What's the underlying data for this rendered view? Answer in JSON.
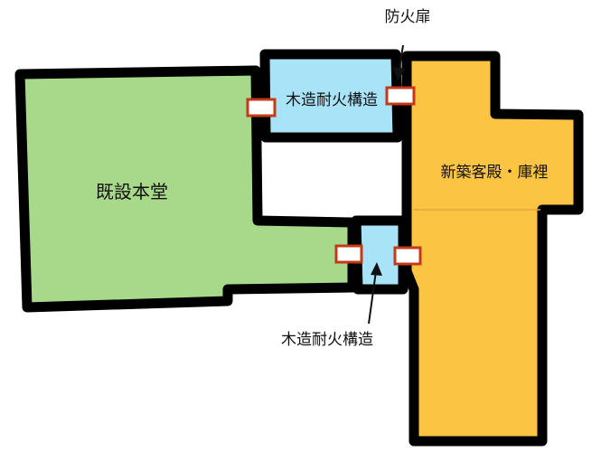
{
  "labels": {
    "main_hall": "既設本堂",
    "new_building": "新築客殿・庫裡",
    "wooden_fireproof_upper": "木造耐火構造",
    "wooden_fireproof_lower": "木造耐火構造",
    "fire_door": "防火扉"
  },
  "colors": {
    "main_hall": "#a8d88a",
    "new_building": "#fbc443",
    "connector": "#a9e3f7",
    "outline": "#000000",
    "fire_door_fill": "#ffffff",
    "fire_door_stroke": "#c43a18"
  }
}
